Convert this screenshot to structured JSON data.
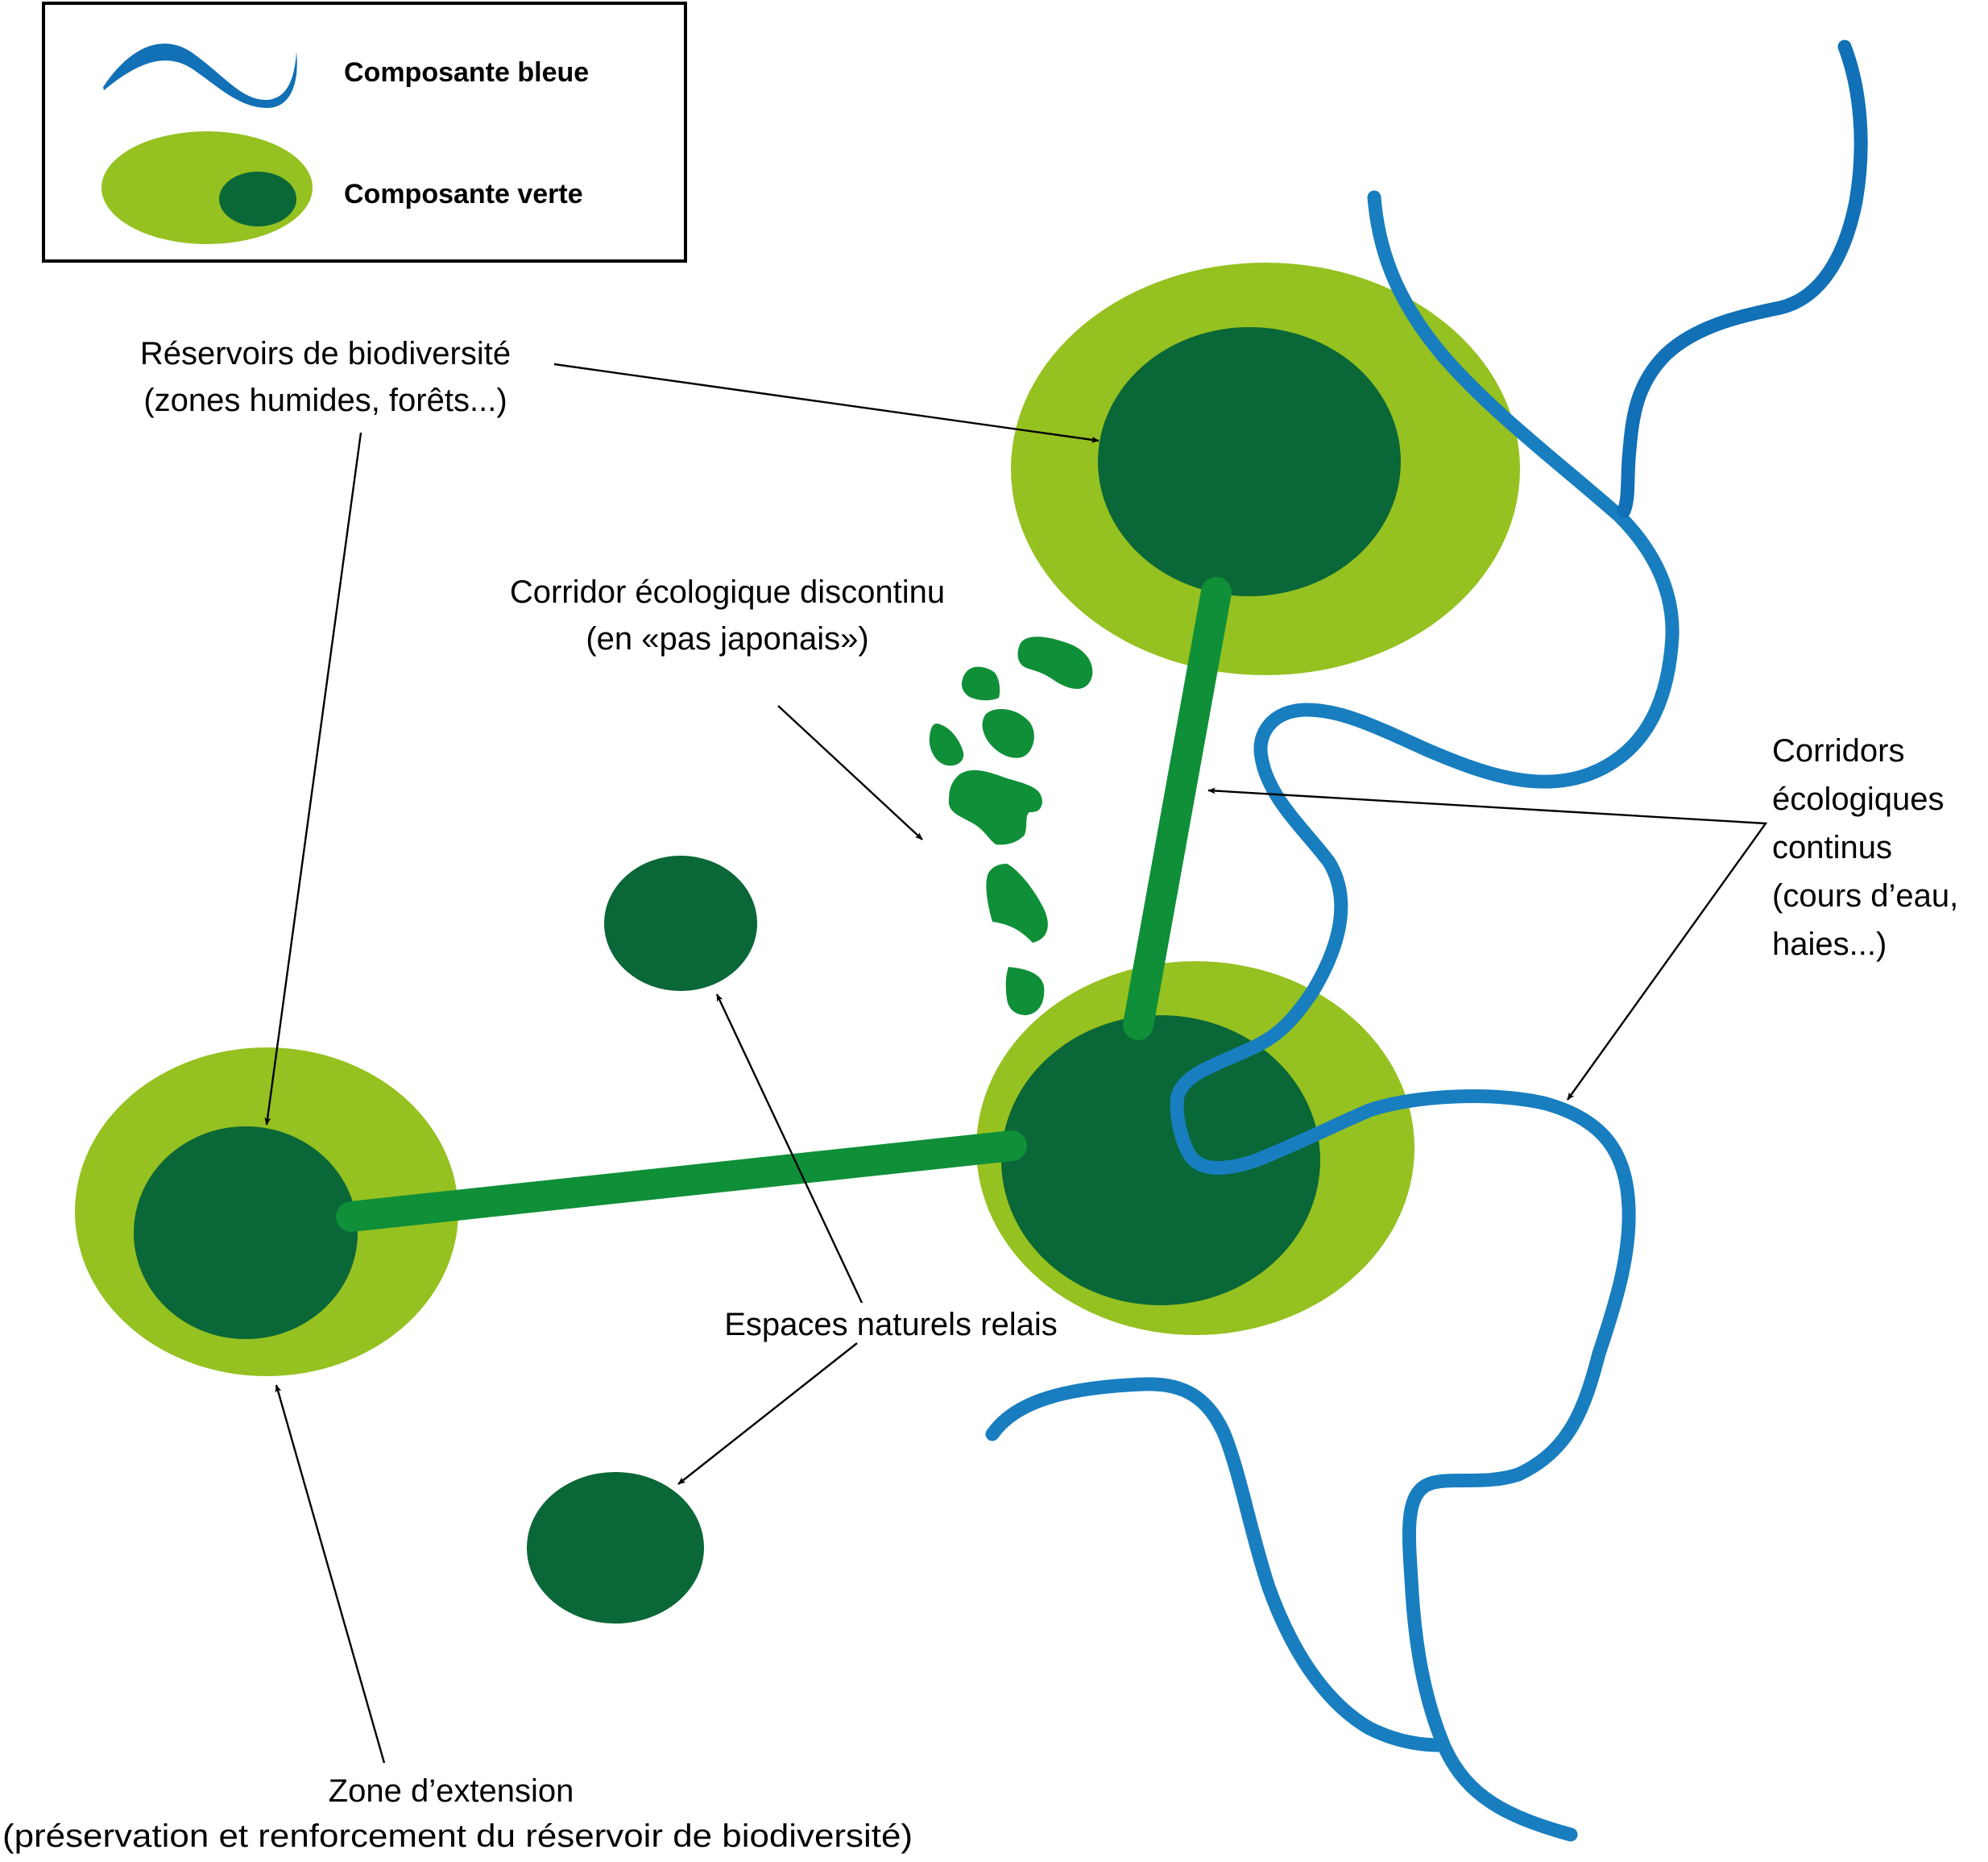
{
  "title": "Trame verte et bleue — schéma des continuités écologiques",
  "colors": {
    "blue_component": "#187ebf",
    "blue_component_dark": "#1170b6",
    "extension_zone": "#95c121",
    "reservoir_core": "#0a6737",
    "corridor_green": "#0f8f38",
    "stepping_stone": "#0f8f38",
    "text": "#000000",
    "background": "#ffffff"
  },
  "legend": {
    "items": [
      {
        "label": "Composante bleue",
        "symbol": "blue-wave-icon"
      },
      {
        "label": "Composante verte",
        "symbol": "green-ellipse-icon"
      }
    ]
  },
  "annotations": {
    "reservoirs": {
      "lines": [
        "Réservoirs de biodiversité",
        "(zones humides, forêts...)"
      ]
    },
    "discontinuous_corridor": {
      "lines": [
        "Corridor écologique discontinu",
        "(en «pas japonais»)"
      ]
    },
    "continuous_corridors": {
      "lines": [
        "Corridors",
        "écologiques",
        "continus",
        "(cours d’eau,",
        "haies...)"
      ]
    },
    "relay_spaces": {
      "lines": [
        "Espaces naturels relais"
      ]
    },
    "extension_zone": {
      "lines": [
        "Zone d’extension",
        "(préservation et renforcement du réservoir de biodiversité)"
      ]
    }
  },
  "elements": {
    "reservoirs": [
      "Réservoir nord-est",
      "Réservoir central",
      "Réservoir ouest"
    ],
    "relay_spaces_count": 2,
    "stepping_stones_count": 7,
    "continuous_green_corridors_count": 2,
    "rivers_count": 3
  }
}
